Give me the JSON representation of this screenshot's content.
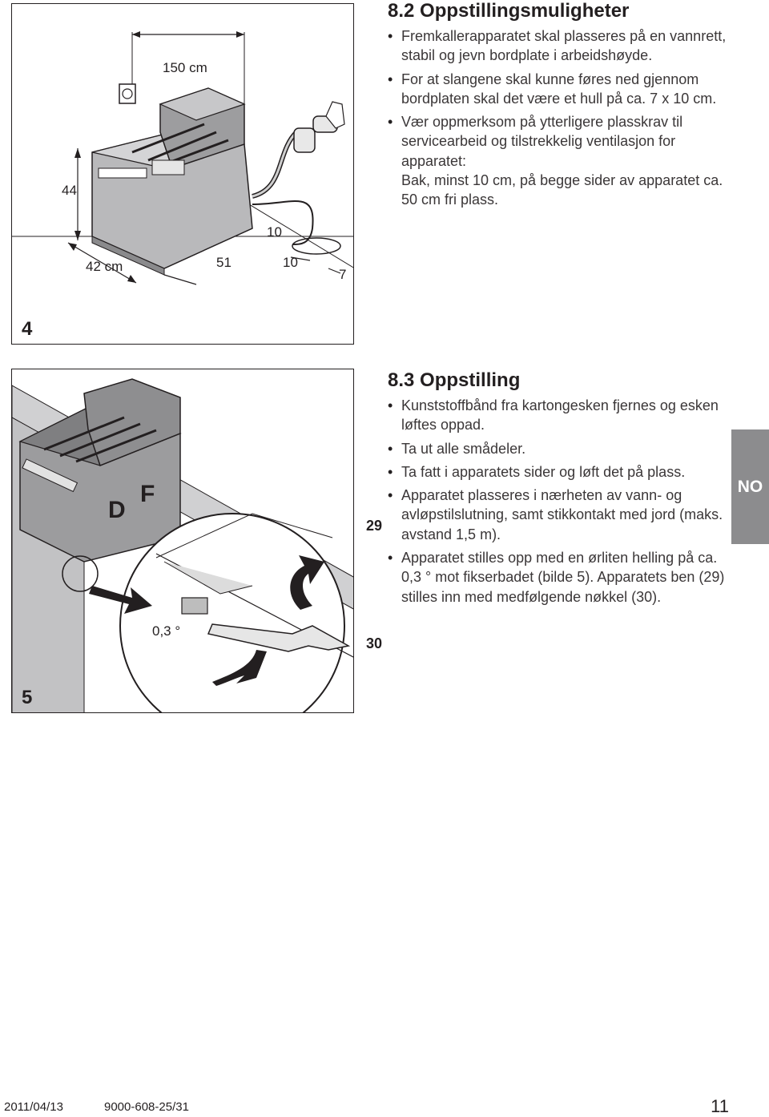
{
  "figure4": {
    "number": "4",
    "dims": {
      "width_150": "150 cm",
      "height_44": "44",
      "depth_42": "42 cm",
      "d51": "51",
      "d10a": "10",
      "d10b": "10",
      "d7": "7"
    }
  },
  "section82": {
    "title": "8.2 Oppstillingsmuligheter",
    "bullets": [
      "Fremkallerapparatet skal plasseres på en vannrett, stabil og jevn bordplate i arbeidshøyde.",
      "For at slangene skal kunne føres ned gjennom bordplaten skal det være et hull på ca. 7 x 10 cm.",
      "Vær oppmerksom på ytterligere plasskrav til servicearbeid og tilstrekkelig ventilasjon for apparatet:"
    ],
    "continuation": "Bak, minst 10 cm, på begge sider av apparatet ca. 50 cm fri plass."
  },
  "figure5": {
    "number": "5",
    "labels": {
      "angle": "0,3 °",
      "letter_d": "D",
      "letter_f": "F"
    },
    "callouts": {
      "foot": "29",
      "key": "30"
    }
  },
  "section83": {
    "title": "8.3 Oppstilling",
    "bullets": [
      "Kunststoffbånd fra kartongesken fjernes og esken løftes oppad.",
      "Ta ut alle smådeler.",
      "Ta fatt i apparatets sider og løft det på plass.",
      "Apparatet plasseres i nærheten av vann- og avløpstilslutning, samt stikkontakt med jord (maks. avstand 1,5 m).",
      "Apparatet stilles opp med en ørliten helling på ca. 0,3 ° mot fikserbadet (bilde 5). Apparatets ben (29) stilles inn med medfølgende nøkkel (30)."
    ]
  },
  "side_tab": "NO",
  "footer": {
    "date": "2011/04/13",
    "doc_id": "9000-608-25/31",
    "page": "11"
  },
  "colors": {
    "text": "#231f20",
    "tab": "#8c8c8e"
  }
}
